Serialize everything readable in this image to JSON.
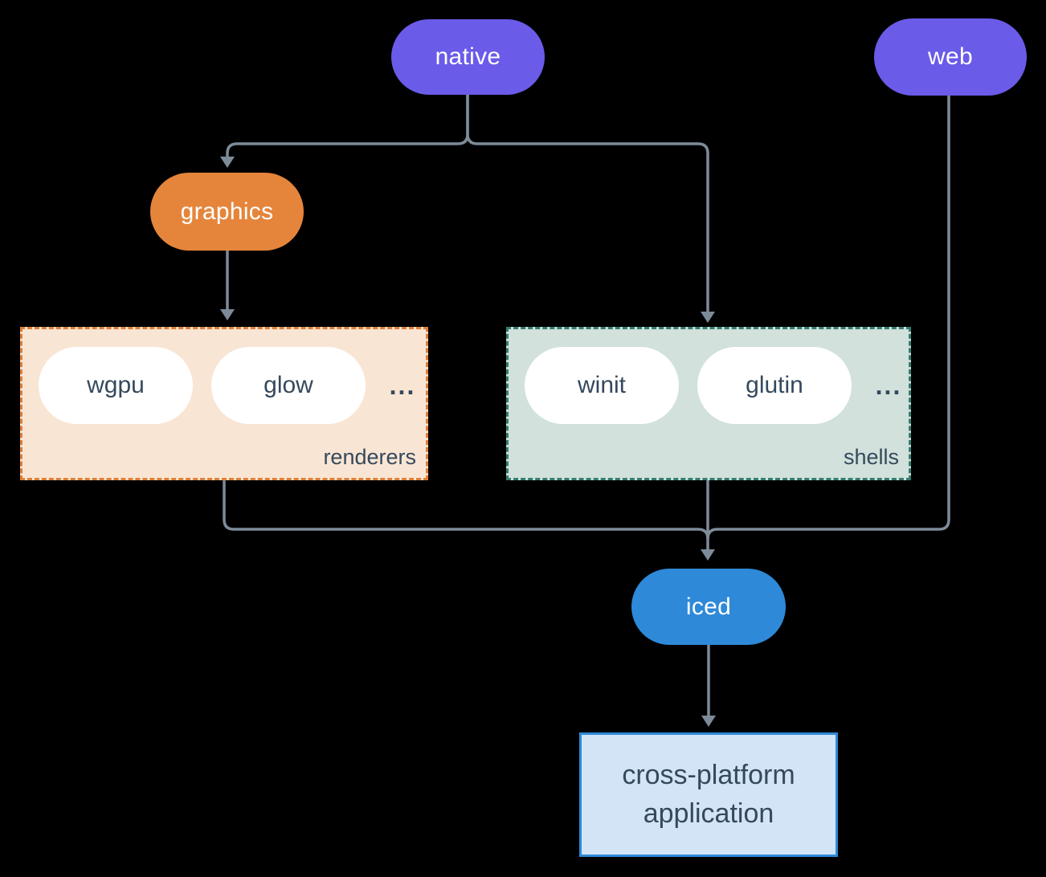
{
  "nodes": {
    "native": {
      "label": "native",
      "fill": "#6a5be9",
      "text_color": "#ffffff"
    },
    "web": {
      "label": "web",
      "fill": "#6a5be9",
      "text_color": "#ffffff"
    },
    "graphics": {
      "label": "graphics",
      "fill": "#e5853b",
      "text_color": "#ffffff"
    },
    "iced": {
      "label": "iced",
      "fill": "#2e89d8",
      "text_color": "#ffffff"
    },
    "application": {
      "label_line1": "cross-platform",
      "label_line2": "application",
      "fill": "#d3e4f7",
      "border_color": "#2e89d8",
      "text_color": "#35495c"
    }
  },
  "groups": {
    "renderers": {
      "label": "renderers",
      "fill": "#f9e5d4",
      "border_color": "#e07f37",
      "item_fill": "#ffffff",
      "item_text_color": "#35495c",
      "items": [
        {
          "label": "wgpu"
        },
        {
          "label": "glow"
        }
      ],
      "ellipsis": "..."
    },
    "shells": {
      "label": "shells",
      "fill": "#d2e1db",
      "border_color": "#337e70",
      "item_fill": "#ffffff",
      "item_text_color": "#35495c",
      "items": [
        {
          "label": "winit"
        },
        {
          "label": "glutin"
        }
      ],
      "ellipsis": "..."
    }
  },
  "edges": [
    {
      "from": "native",
      "to": "graphics"
    },
    {
      "from": "native",
      "to": "shells"
    },
    {
      "from": "graphics",
      "to": "renderers"
    },
    {
      "from": "renderers",
      "to": "iced"
    },
    {
      "from": "shells",
      "to": "iced"
    },
    {
      "from": "web",
      "to": "iced"
    },
    {
      "from": "iced",
      "to": "cross-platform application"
    }
  ],
  "style": {
    "background": "#000000",
    "connector_color": "#7d8b99"
  }
}
